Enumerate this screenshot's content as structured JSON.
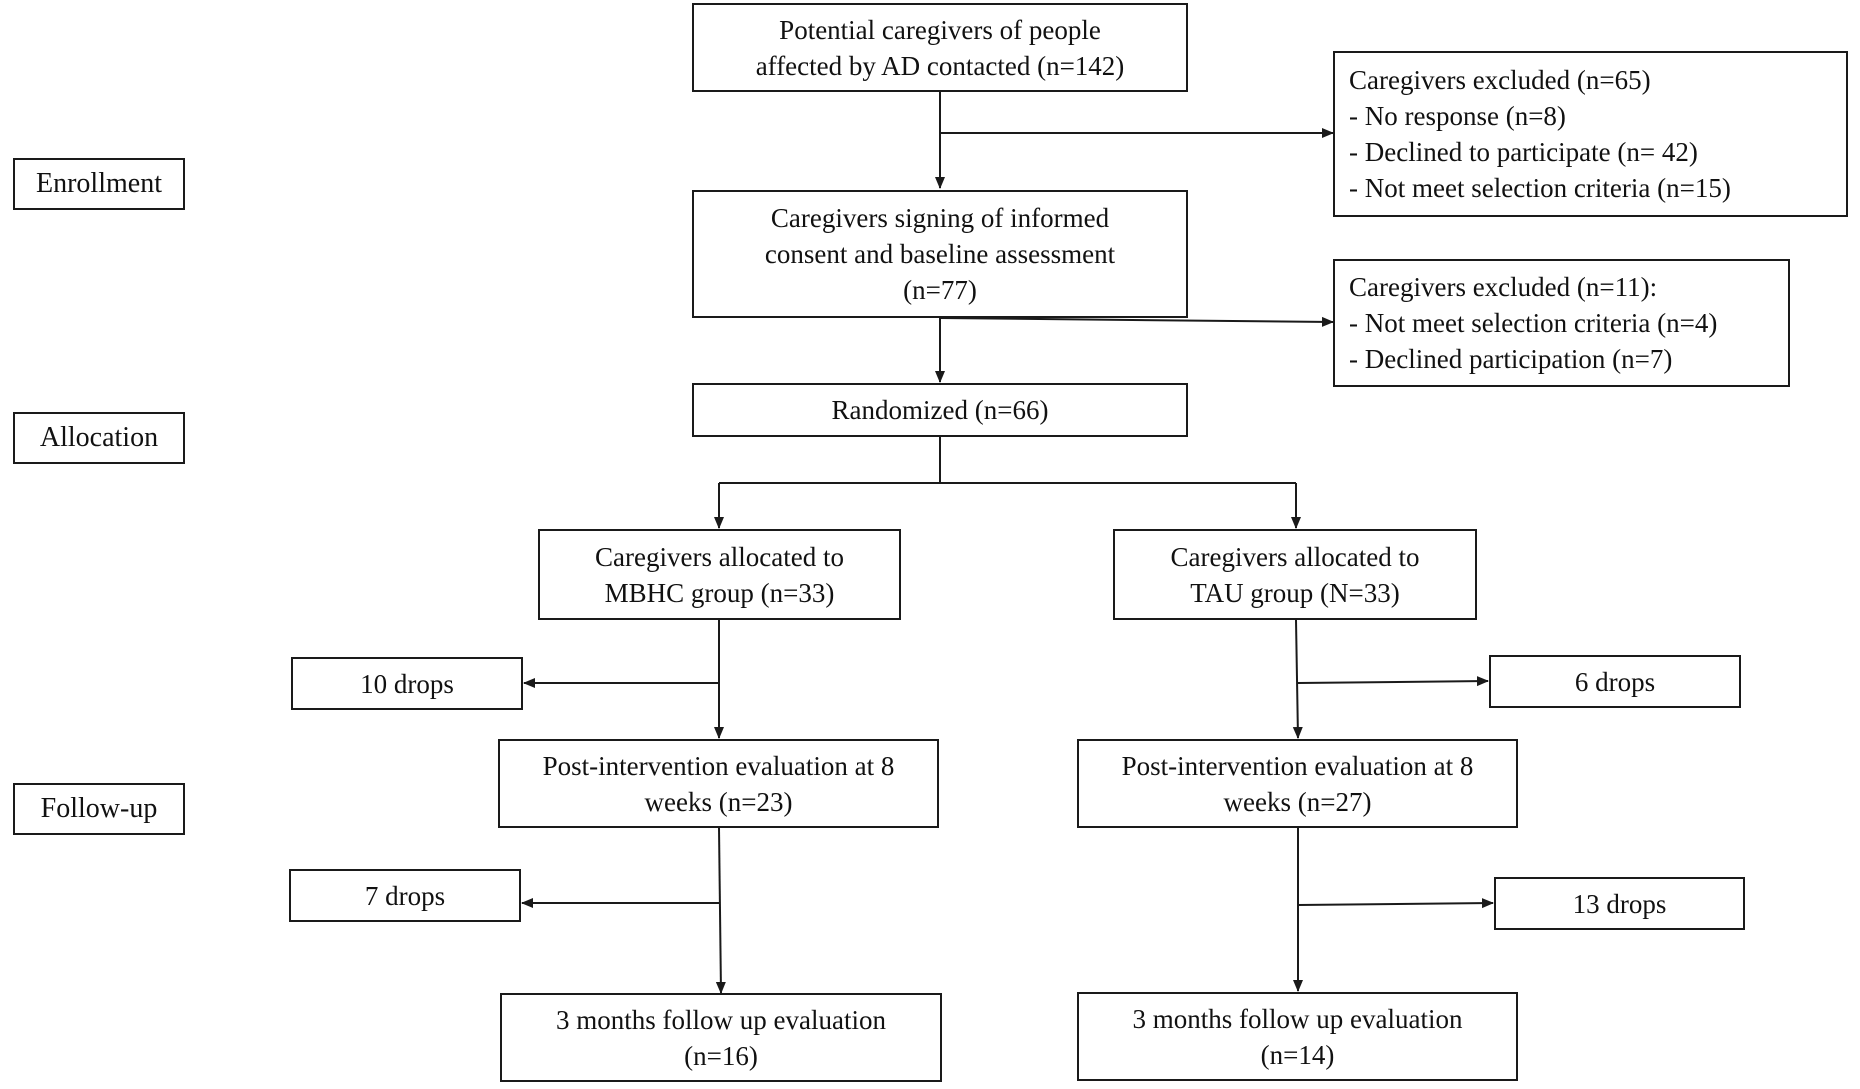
{
  "stages": {
    "enrollment": "Enrollment",
    "allocation": "Allocation",
    "follow_up": "Follow-up"
  },
  "boxes": {
    "contacted": [
      "Potential caregivers of people",
      "affected by AD contacted (n=142)"
    ],
    "excluded_1": [
      "Caregivers excluded (n=65)",
      "- No response (n=8)",
      "- Declined to participate (n= 42)",
      "- Not meet selection criteria (n=15)"
    ],
    "consent": [
      "Caregivers signing of informed",
      "consent and baseline assessment",
      "(n=77)"
    ],
    "excluded_2": [
      "Caregivers excluded (n=11):",
      "- Not meet selection criteria (n=4)",
      "- Declined participation (n=7)"
    ],
    "randomized": [
      "Randomized (n=66)"
    ],
    "mbhc_group": [
      "Caregivers allocated to",
      "MBHC group (n=33)"
    ],
    "tau_group": [
      "Caregivers allocated to",
      "TAU group (N=33)"
    ],
    "mbhc_drops_1": [
      "10 drops"
    ],
    "tau_drops_1": [
      "6 drops"
    ],
    "mbhc_post": [
      "Post-intervention evaluation at 8",
      "weeks (n=23)"
    ],
    "tau_post": [
      "Post-intervention evaluation at 8",
      "weeks (n=27)"
    ],
    "mbhc_drops_2": [
      "7 drops"
    ],
    "tau_drops_2": [
      "13 drops"
    ],
    "mbhc_followup": [
      "3 months follow up evaluation",
      "(n=16)"
    ],
    "tau_followup": [
      "3 months follow up evaluation",
      "(n=14)"
    ]
  },
  "colors": {
    "line": "#1a1a1a",
    "text": "#111111",
    "background": "#ffffff"
  }
}
